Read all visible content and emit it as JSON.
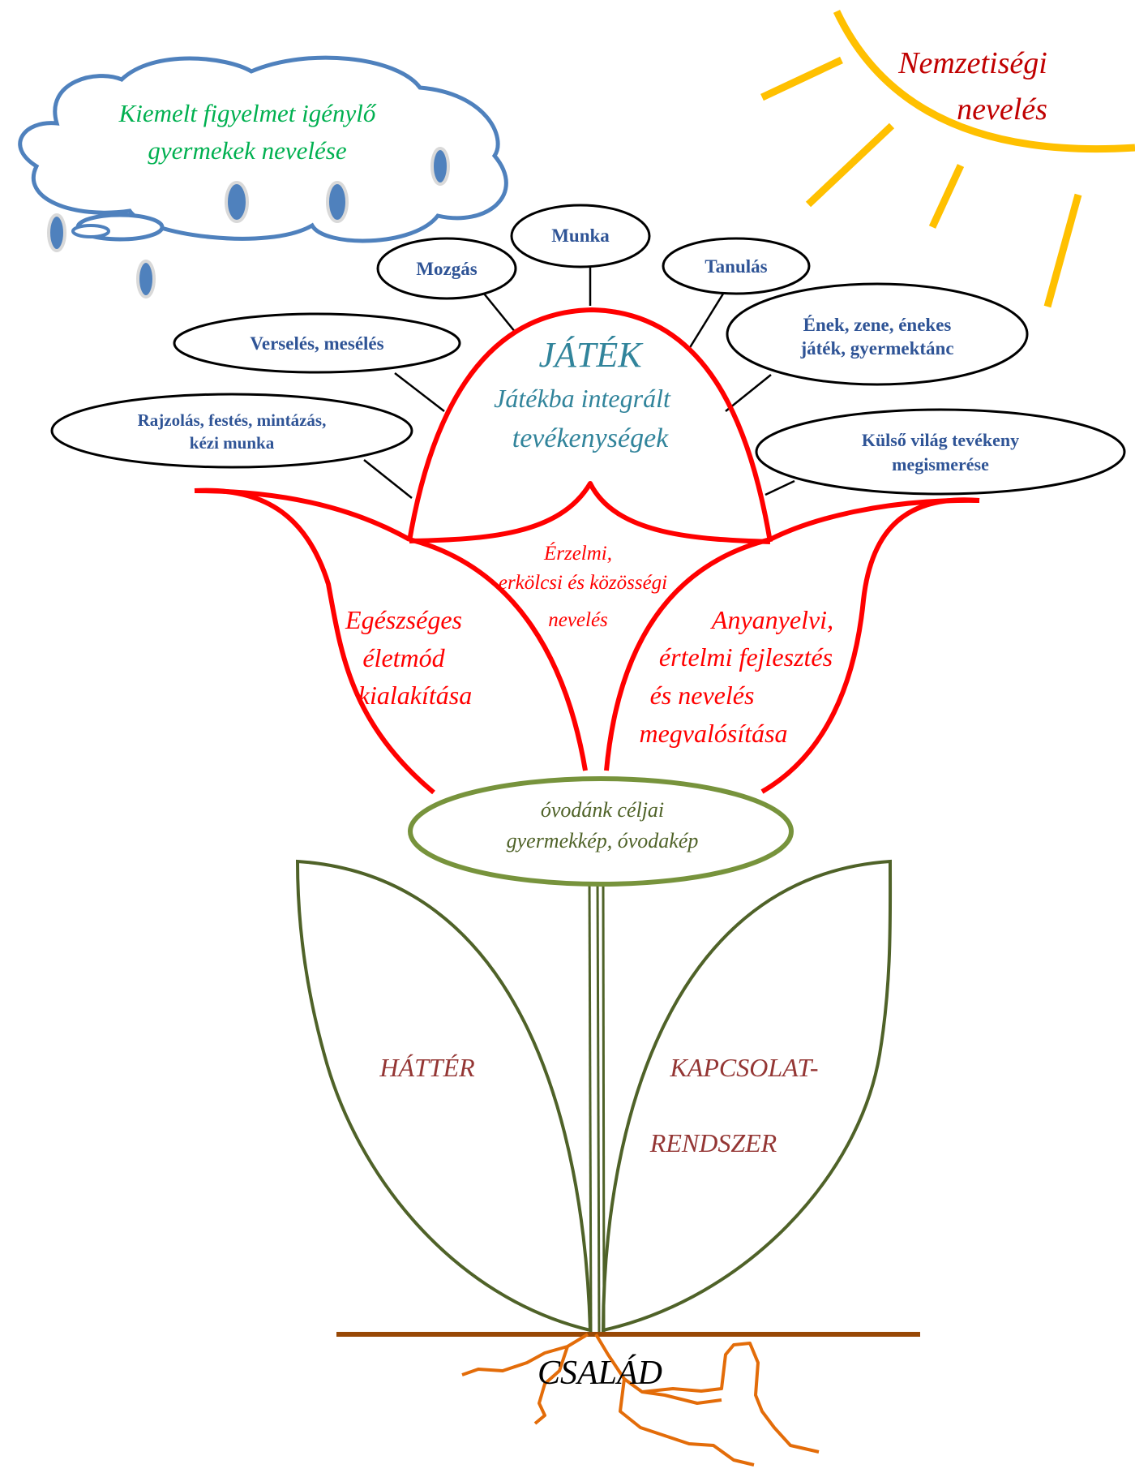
{
  "sun": {
    "label_line1": "Nemzetiségi",
    "label_line2": "nevelés",
    "color": "#FFC000",
    "text_color": "#C00000"
  },
  "cloud": {
    "label_line1": "Kiemelt figyelmet igénylő",
    "label_line2": "gyermekek nevelése",
    "outline_color": "#4F81BD",
    "text_color": "#00B050"
  },
  "activities": {
    "mozgas": "Mozgás",
    "munka": "Munka",
    "tanulas": "Tanulás",
    "verseles": "Verselés, mesélés",
    "enek_line1": "Ének, zene, énekes",
    "enek_line2": "játék, gyermektánc",
    "rajzolas_line1": "Rajzolás, festés, mintázás,",
    "rajzolas_line2": "kézi munka",
    "kulso_line1": "Külső világ tevékeny",
    "kulso_line2": "megismerése",
    "text_color": "#2F5496"
  },
  "center_petal": {
    "title": "JÁTÉK",
    "line1": "Játékba  integrált",
    "line2": "tevékenységek",
    "text_color": "#31849B"
  },
  "middle_label": {
    "line1": "Érzelmi,",
    "line2": "erkölcsi és közösségi",
    "line3": "nevelés"
  },
  "left_petal": {
    "line1": "Egészséges",
    "line2": "életmód",
    "line3": "kialakítása"
  },
  "right_petal": {
    "line1": "Anyanyelvi,",
    "line2": "értelmi fejlesztés",
    "line3": "és nevelés",
    "line4": "megvalósítása"
  },
  "petal_color": "#FF0000",
  "core": {
    "line1": "óvodánk céljai",
    "line2": "gyermekkép, óvodakép",
    "outline_color": "#77933C",
    "text_color": "#4F6228"
  },
  "leaves": {
    "left_label": "HÁTTÉR",
    "right_line1": "KAPCSOLAT-",
    "right_line2": "RENDSZER",
    "outline_color": "#4F6228",
    "text_color": "#943634"
  },
  "ground": {
    "label": "CSALÁD",
    "ground_color": "#984806",
    "root_color": "#E36C09"
  }
}
